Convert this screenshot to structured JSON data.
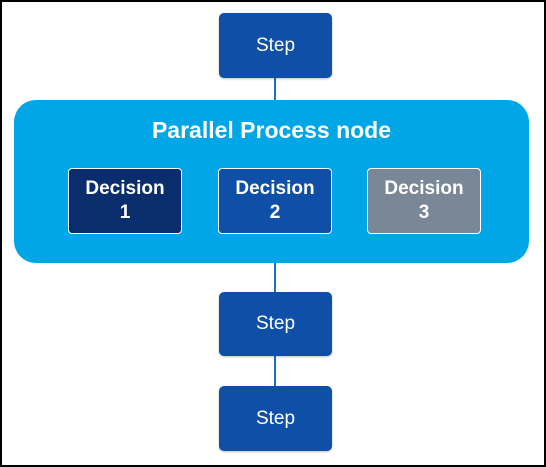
{
  "steps": [
    {
      "label": "Step"
    },
    {
      "label": "Step"
    },
    {
      "label": "Step"
    }
  ],
  "parallel_node": {
    "title": "Parallel Process node",
    "decisions": [
      {
        "word": "Decision",
        "number": "1",
        "color": "#0a2d6e"
      },
      {
        "word": "Decision",
        "number": "2",
        "color": "#0f4fa8"
      },
      {
        "word": "Decision",
        "number": "3",
        "color": "#7a8797"
      }
    ]
  },
  "colors": {
    "step_fill": "#0f4fa8",
    "parallel_fill": "#00a6e6",
    "connector": "#1f6fb8"
  }
}
